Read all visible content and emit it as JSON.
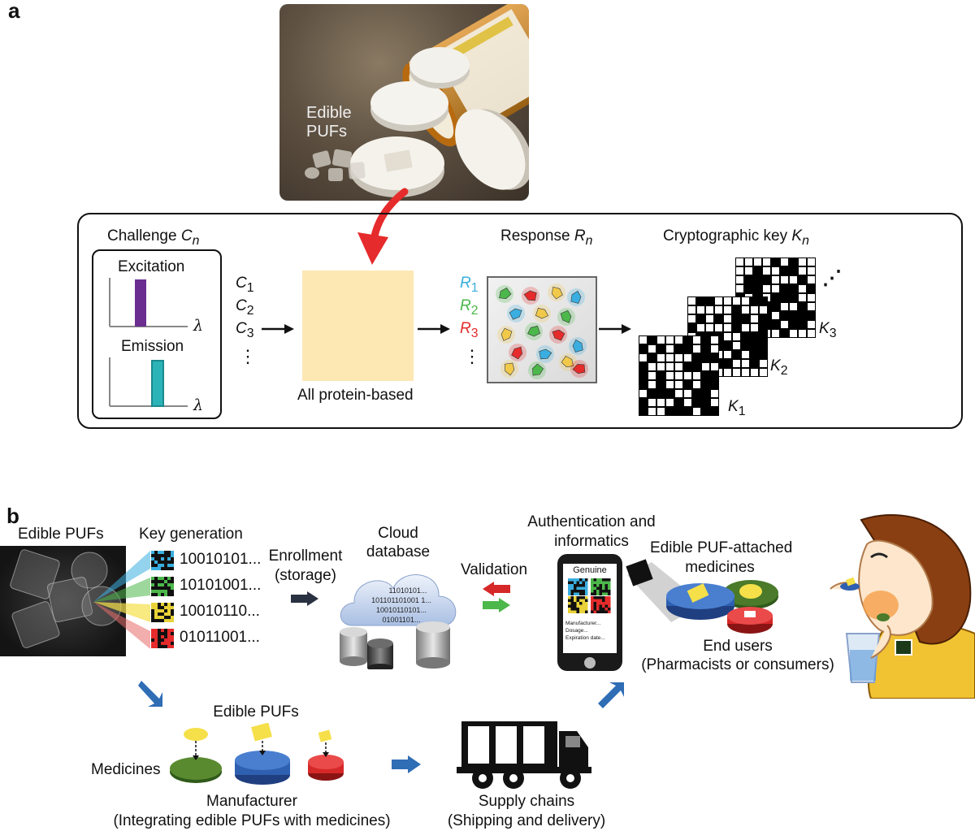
{
  "panel_a": {
    "label": "a",
    "photo_label_line1": "Edible",
    "photo_label_line2": "PUFs",
    "challenge_title": "Challenge",
    "challenge_sym": "C",
    "challenge_sub": "n",
    "excitation": "Excitation",
    "emission": "Emission",
    "lambda": "λ",
    "challenges": [
      {
        "sym": "C",
        "sub": "1"
      },
      {
        "sym": "C",
        "sub": "2"
      },
      {
        "sym": "C",
        "sub": "3"
      }
    ],
    "ellipsis": "⋮",
    "protein_caption": "All protein-based",
    "response_title": "Response",
    "response_sym": "R",
    "response_sub": "n",
    "responses": [
      {
        "sym": "R",
        "sub": "1",
        "color": "#3aaee0"
      },
      {
        "sym": "R",
        "sub": "2",
        "color": "#4cb74a"
      },
      {
        "sym": "R",
        "sub": "3",
        "color": "#e52b2b"
      }
    ],
    "key_title": "Cryptographic key",
    "key_sym": "K",
    "key_sub": "n",
    "keys": [
      {
        "sym": "K",
        "sub": "1"
      },
      {
        "sym": "K",
        "sub": "2"
      },
      {
        "sym": "K",
        "sub": "3"
      }
    ],
    "colors": {
      "excitation": "#6b2d8f",
      "emission": "#2bb3b8",
      "arrow_red": "#e52b2b",
      "protein": "#fde8b4"
    }
  },
  "panel_b": {
    "label": "b",
    "edible_pufs": "Edible PUFs",
    "key_generation": "Key generation",
    "codes": [
      "10010101...",
      "10101001...",
      "10010110...",
      "01011001..."
    ],
    "enrollment_line1": "Enrollment",
    "enrollment_line2": "(storage)",
    "cloud_line1": "Cloud",
    "cloud_line2": "database",
    "cloud_codes": [
      "11010101...",
      "101101101001 1...",
      "10010110101...",
      "01001101..."
    ],
    "validation": "Validation",
    "auth_line1": "Authentication and",
    "auth_line2": "informatics",
    "phone_genuine": "Genuine",
    "phone_lines": [
      "Manufacturer...",
      "Dosage...",
      "Expiration date..."
    ],
    "attached_line1": "Edible PUF-attached",
    "attached_line2": "medicines",
    "end_users_line1": "End users",
    "end_users_line2": "(Pharmacists or consumers)",
    "edible_pufs_2": "Edible PUFs",
    "medicines": "Medicines",
    "manufacturer_line1": "Manufacturer",
    "manufacturer_line2": "(Integrating edible PUFs with medicines)",
    "supply_line1": "Supply chains",
    "supply_line2": "(Shipping and delivery)",
    "colors": {
      "green": "#4a7a2a",
      "blue": "#2f5fb0",
      "red": "#d62828",
      "cyan": "#3aaee0",
      "yellow": "#f5e04a"
    }
  }
}
